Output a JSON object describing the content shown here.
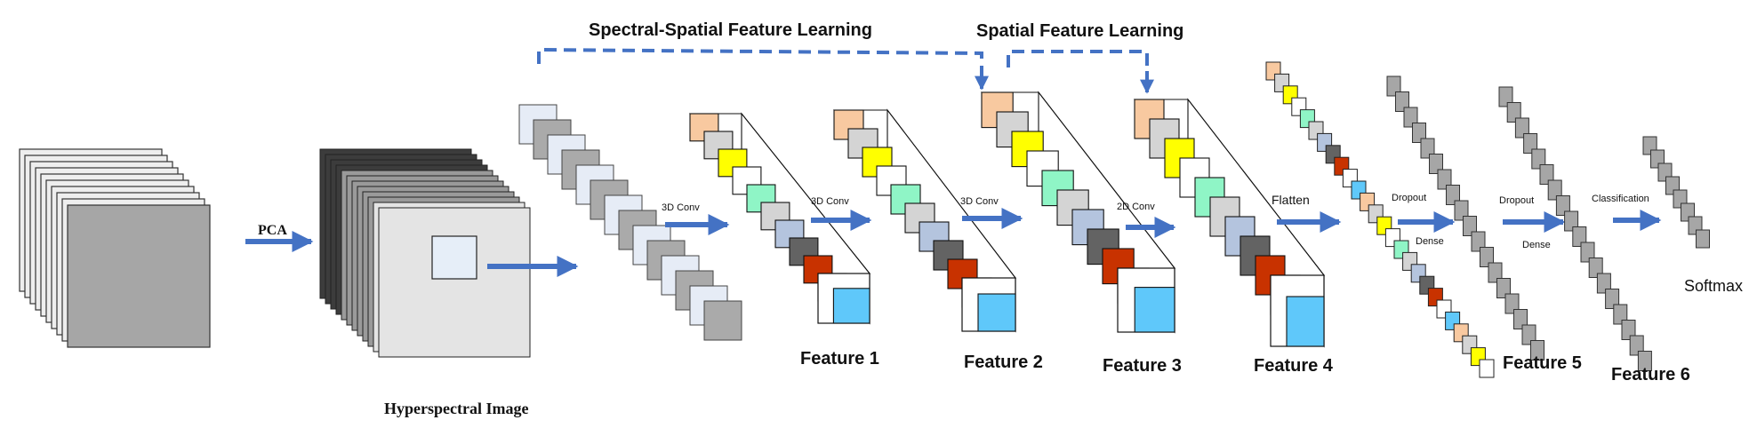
{
  "labels": {
    "spectral_spatial": "Spectral-Spatial Feature Learning",
    "spatial": "Spatial Feature Learning",
    "pca": "PCA",
    "hyperspectral_image": "Hyperspectral Image",
    "conv3d_1": "3D Conv",
    "conv3d_2": "3D Conv",
    "conv3d_3": "3D Conv",
    "conv2d": "2D Conv",
    "flatten": "Flatten",
    "dropout_1": "Dropout",
    "dense_1": "Dense",
    "dropout_2": "Dropout",
    "dense_2": "Dense",
    "classification": "Classification",
    "softmax": "Softmax",
    "feature_1": "Feature 1",
    "feature_2": "Feature 2",
    "feature_3": "Feature 3",
    "feature_4": "Feature 4",
    "feature_5": "Feature 5",
    "feature_6": "Feature 6"
  },
  "colors": {
    "arrow_blue": "#4472c4",
    "peach": "#f8c9a0",
    "light_gray": "#d4d4d4",
    "yellow": "#ffff00",
    "mint": "#8ff5c6",
    "blue_gray": "#b4c4de",
    "dark_gray": "#636363",
    "red": "#c83200",
    "cyan": "#5fc8fa",
    "stack_gray": "#a6a6a6"
  }
}
